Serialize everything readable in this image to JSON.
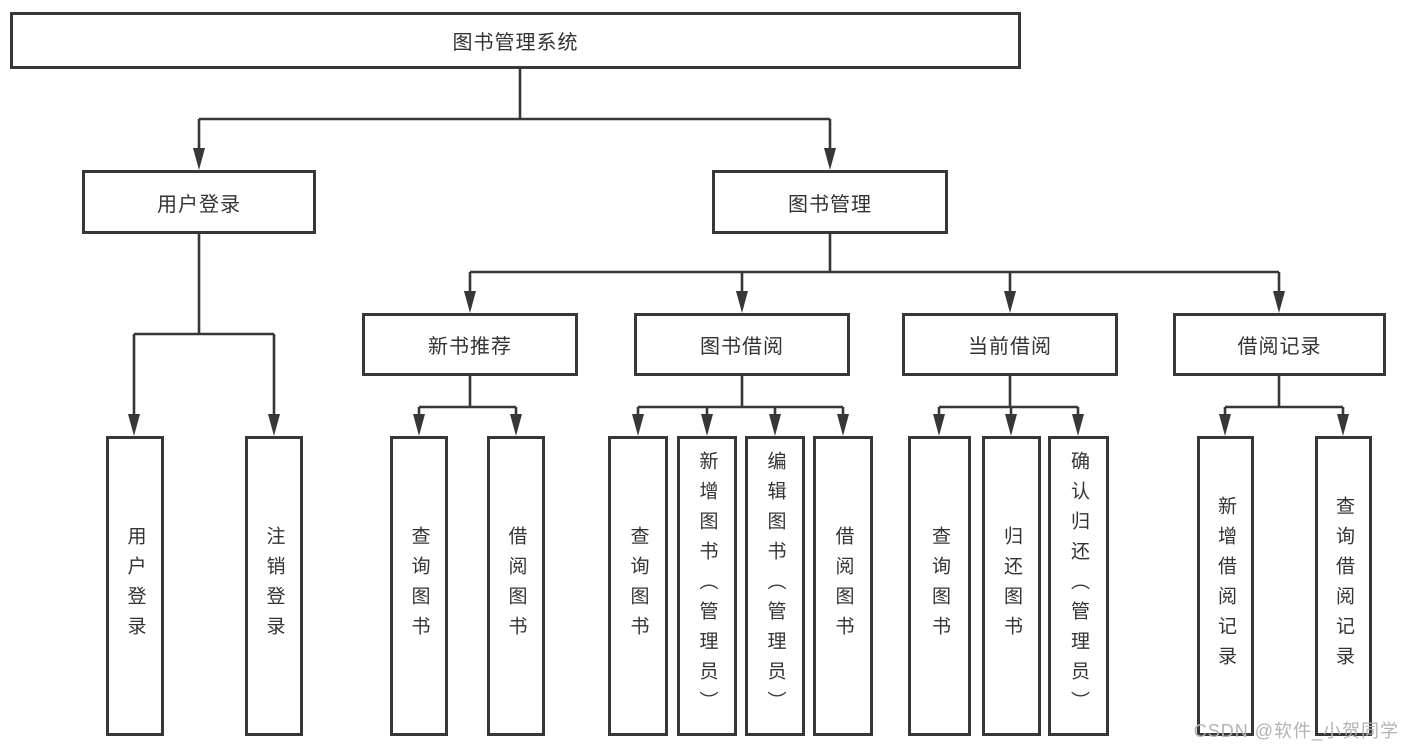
{
  "tree": {
    "root": {
      "label": "图书管理系统",
      "children": [
        {
          "label": "用户登录",
          "children": [
            {
              "label": "用户登录"
            },
            {
              "label": "注销登录"
            }
          ]
        },
        {
          "label": "图书管理",
          "children": [
            {
              "label": "新书推荐",
              "children": [
                {
                  "label": "查询图书"
                },
                {
                  "label": "借阅图书"
                }
              ]
            },
            {
              "label": "图书借阅",
              "children": [
                {
                  "label": "查询图书"
                },
                {
                  "label": "新增图书（管理员）"
                },
                {
                  "label": "编辑图书（管理员）"
                },
                {
                  "label": "借阅图书"
                }
              ]
            },
            {
              "label": "当前借阅",
              "children": [
                {
                  "label": "查询图书"
                },
                {
                  "label": "归还图书"
                },
                {
                  "label": "确认归还（管理员）"
                }
              ]
            },
            {
              "label": "借阅记录",
              "children": [
                {
                  "label": "新增借阅记录"
                },
                {
                  "label": "查询借阅记录"
                }
              ]
            }
          ]
        }
      ]
    }
  },
  "watermark": {
    "text": "CSDN @软件_小贺同学"
  },
  "colors": {
    "line": "#373737",
    "text": "#333333",
    "watermark": "#b3b3b3",
    "background": "#ffffff"
  }
}
